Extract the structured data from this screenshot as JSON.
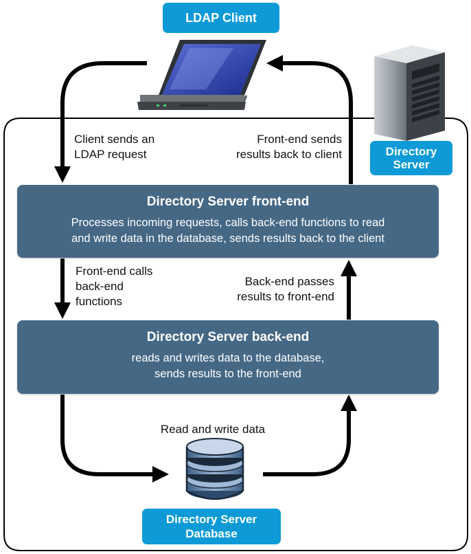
{
  "badges": {
    "ldap_client": "LDAP Client",
    "directory_server": [
      "Directory",
      "Server"
    ],
    "database": [
      "Directory Server",
      "Database"
    ]
  },
  "front_end": {
    "title": "Directory Server front-end",
    "description": [
      "Processes incoming requests, calls back-end functions to read",
      "and write data in the database, sends results back to the client"
    ]
  },
  "back_end": {
    "title": "Directory Server back-end",
    "description": [
      "reads and writes data to the database,",
      "sends results to the front-end"
    ]
  },
  "flows": {
    "client_sends": [
      "Client sends an",
      "LDAP request"
    ],
    "front_sends": [
      "Front-end sends",
      "results back to client"
    ],
    "front_calls": [
      "Front-end calls",
      "back-end",
      "functions"
    ],
    "back_passes": [
      "Back-end passes",
      "results to front-end"
    ],
    "read_write": "Read and write data"
  },
  "icons": {
    "client": "laptop-icon",
    "server": "server-tower-icon",
    "database": "database-cylinder-icon"
  },
  "colors": {
    "badge_blue": "#0d9ad7",
    "box_slate": "#456885",
    "arrow": "#000000"
  }
}
